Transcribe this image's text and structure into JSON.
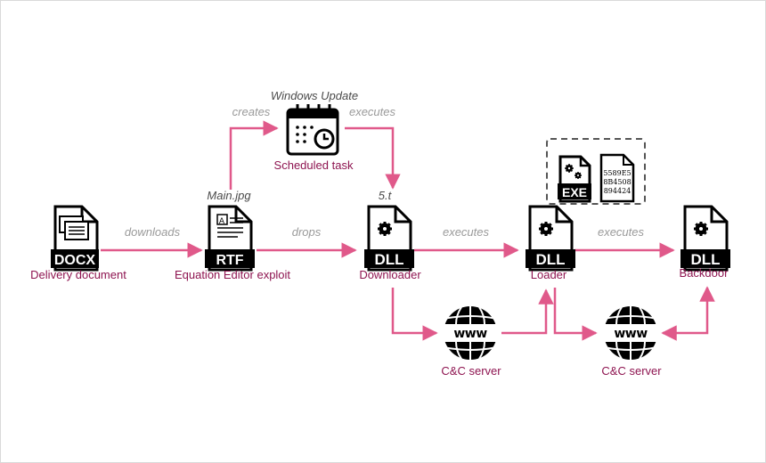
{
  "nodes": {
    "delivery": {
      "type": "DOCX",
      "label": "Delivery document"
    },
    "exploit": {
      "type": "RTF",
      "label": "Equation Editor exploit",
      "filename": "Main.jpg"
    },
    "task": {
      "label": "Scheduled task",
      "caption": "Windows Update"
    },
    "downloader": {
      "type": "DLL",
      "label": "Downloader",
      "filename": "5.t"
    },
    "loader": {
      "type": "DLL",
      "label": "Loader"
    },
    "backdoor": {
      "type": "DLL",
      "label": "Backdoor"
    },
    "cc1": {
      "label": "C&C server"
    },
    "cc2": {
      "label": "C&C server"
    },
    "embedded": {
      "exe_type": "EXE",
      "hex_lines": [
        "5589E5",
        "8B4508",
        "894424"
      ]
    }
  },
  "edges": {
    "downloads": "downloads",
    "drops": "drops",
    "creates": "creates",
    "executes_task": "executes",
    "executes_loader": "executes",
    "executes_backdoor": "executes"
  },
  "colors": {
    "arrow": "#e0598a",
    "label": "#8e1450",
    "edge_label": "#9a9a9a",
    "icon": "#000000"
  }
}
